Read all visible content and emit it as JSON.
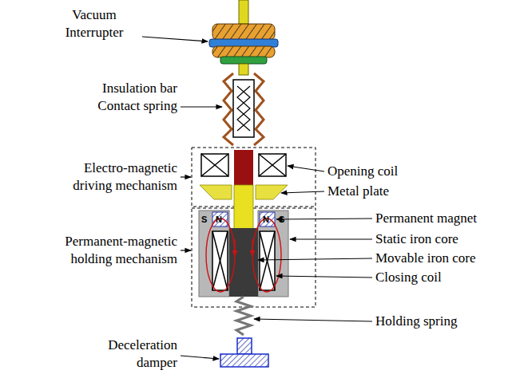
{
  "diagram": {
    "labels": [
      "Vacuum Interrupter",
      "Insulation bar Contact spring",
      "Electro-magnetic driving mechanism",
      "Opening coil",
      "Metal plate",
      "Permanent magnet",
      "Permanent-magnetic holding mechanism",
      "S",
      "N",
      "N",
      "S",
      "Static iron core",
      "Movable iron core",
      "Closing coil",
      "Holding spring",
      "Deceleration damper"
    ]
  }
}
